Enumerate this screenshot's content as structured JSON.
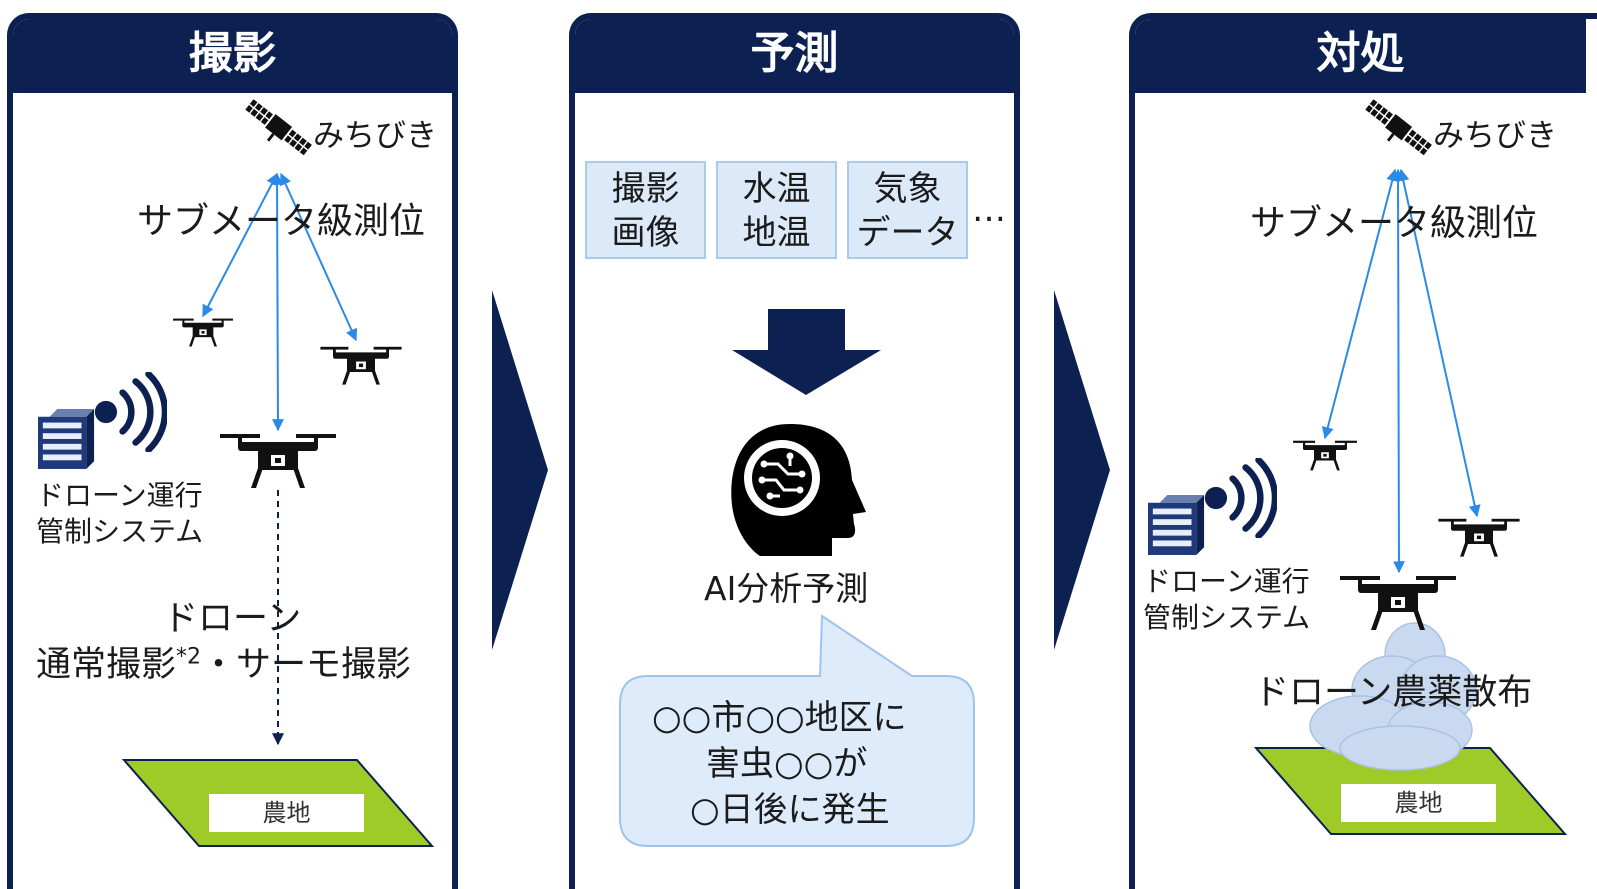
{
  "panels": {
    "capture": {
      "title": "撮影",
      "satellite": "みちびき",
      "positioning": "サブメータ級測位",
      "control_line1": "ドローン運行",
      "control_line2": "管制システム",
      "drone_line1": "ドローン",
      "drone_line2_a": "通常撮影",
      "drone_line2_sup": "*2",
      "drone_line2_b": "・サーモ撮影",
      "farm": "農地"
    },
    "predict": {
      "title": "予測",
      "chips": [
        {
          "line1": "撮影",
          "line2": "画像"
        },
        {
          "line1": "水温",
          "line2": "地温"
        },
        {
          "line1": "気象",
          "line2": "データ"
        }
      ],
      "ellipsis": "…",
      "ai_label": "AI分析予測",
      "bubble_line1": "○○市○○地区に",
      "bubble_line2": "害虫○○が",
      "bubble_line3": "○日後に発生"
    },
    "respond": {
      "title": "対処",
      "satellite": "みちびき",
      "positioning": "サブメータ級測位",
      "control_line1": "ドローン運行",
      "control_line2": "管制システム",
      "spray": "ドローン農薬散布",
      "farm": "農地"
    }
  },
  "colors": {
    "navy": "#0c2151",
    "signal_blue": "#2b8ae8",
    "farm_green": "#9fcb29",
    "chip_fill": "#dbe9f8",
    "bubble_fill": "#ddebfa"
  },
  "icons": [
    "satellite-icon",
    "drone-icon",
    "server-icon",
    "wireless-signal-icon",
    "ai-head-icon",
    "down-arrow-icon",
    "chevron-right-icon",
    "spray-cloud-icon"
  ]
}
